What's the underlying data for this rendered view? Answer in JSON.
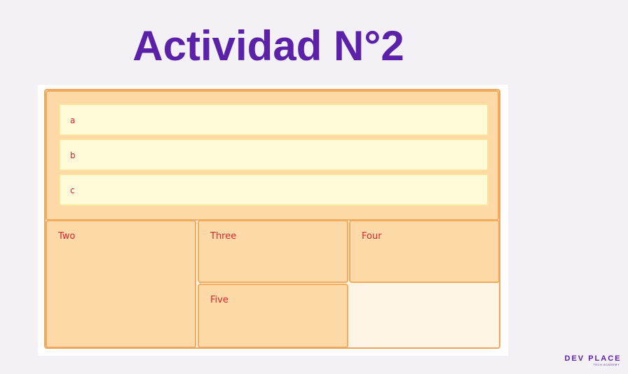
{
  "slide": {
    "title": "Actividad N°2"
  },
  "grid": {
    "nested_items": [
      "a",
      "b",
      "c"
    ],
    "boxes": {
      "two": "Two",
      "three": "Three",
      "four": "Four",
      "five": "Five"
    }
  },
  "logo": {
    "main": "DEV PLACE",
    "sub": "TECH ACADEMY"
  },
  "colors": {
    "title": "#5b21a8",
    "box_fill": "#fdd9a8",
    "box_border": "#f3ab5e",
    "nested_fill": "#fffad8",
    "text": "#d8262e"
  }
}
